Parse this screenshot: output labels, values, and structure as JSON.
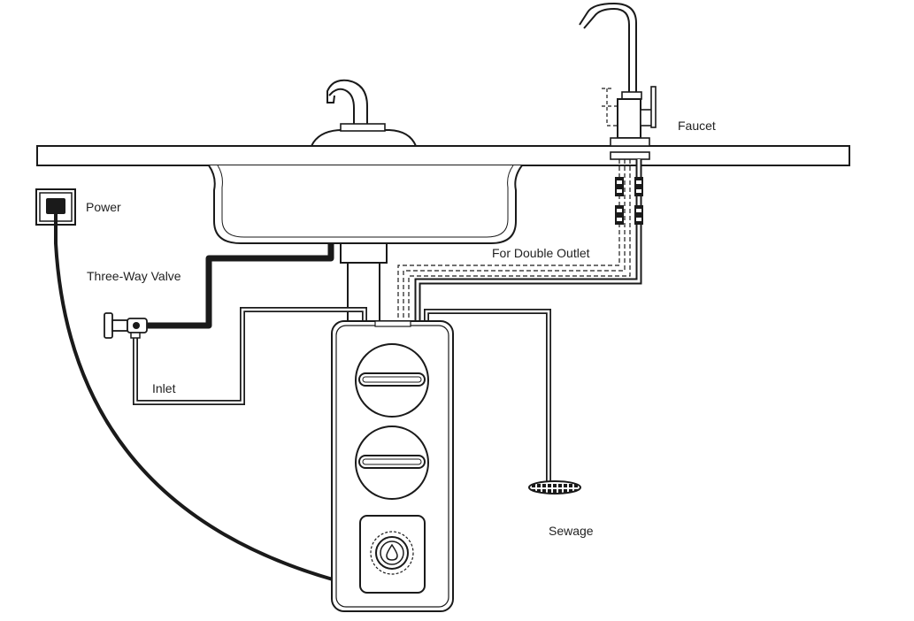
{
  "labels": {
    "faucet": "Faucet",
    "power": "Power",
    "three_way_valve": "Three-Way Valve",
    "inlet": "Inlet",
    "double_outlet": "For Double Outlet",
    "sewage": "Sewage"
  },
  "colors": {
    "line": "#1a1a1a",
    "background": "#ffffff",
    "text": "#222222"
  }
}
